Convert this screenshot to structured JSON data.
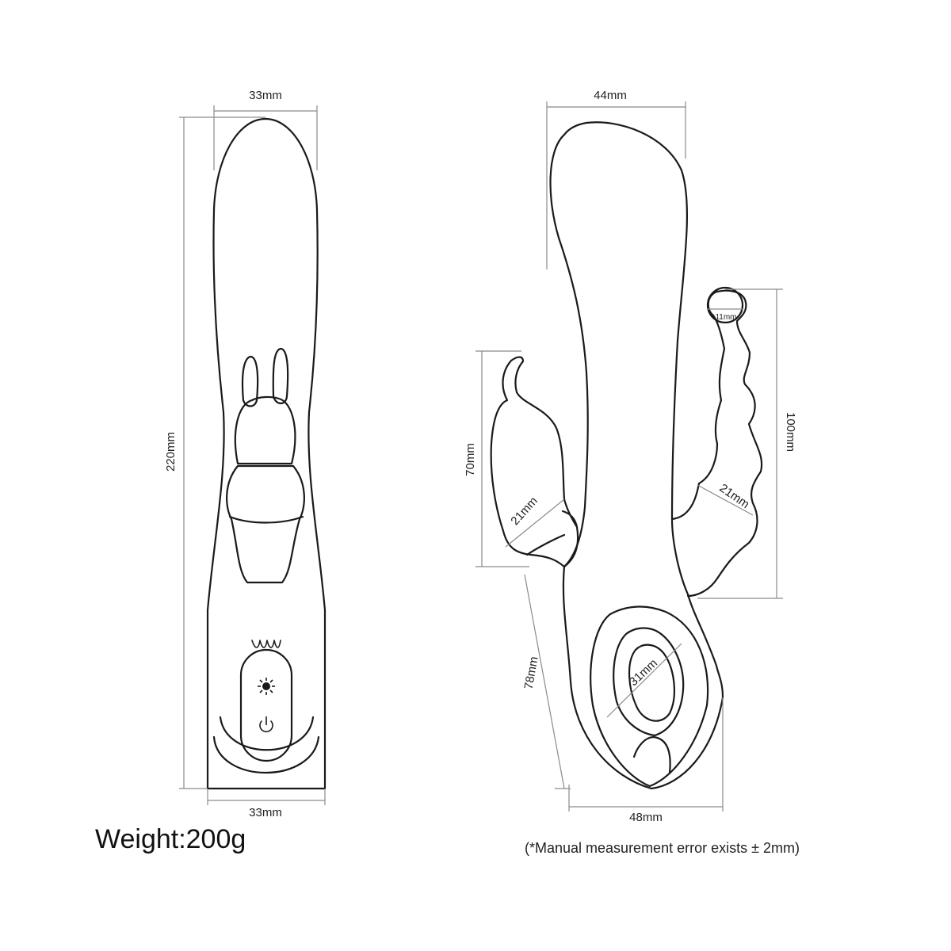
{
  "front_view": {
    "top_width": "33mm",
    "bottom_width": "33mm",
    "length": "220mm",
    "icons": [
      "vibration-icon",
      "sun-icon",
      "power-icon"
    ]
  },
  "side_view": {
    "head_width": "44mm",
    "ball_diameter": "11mm",
    "bead_length": "100mm",
    "bead_diameter": "21mm",
    "rabbit_length": "70mm",
    "rabbit_diameter": "21mm",
    "handle_length": "78mm",
    "ring_diameter": "31mm",
    "base_width": "48mm"
  },
  "weight_label": "Weight:200g",
  "note": "(*Manual measurement error exists ± 2mm)"
}
